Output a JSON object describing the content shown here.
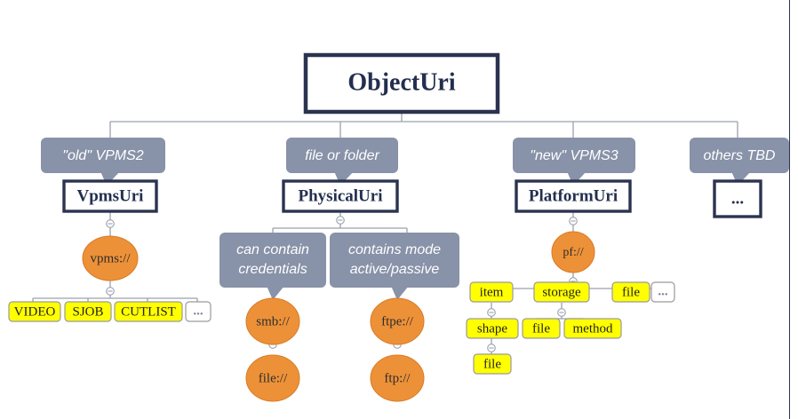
{
  "diagram": {
    "title_node": {
      "label": "ObjectUri"
    },
    "colors": {
      "node_border": "#2b3350",
      "note_fill": "#8892a8",
      "note_text": "#ffffff",
      "circle_fill": "#ed9138",
      "circle_stroke": "#d97b26",
      "leaf_fill": "#ffff00",
      "leaf_stroke": "#9a9a9a",
      "connector": "#9aa0ad",
      "background": "#ffffff"
    },
    "notes": [
      {
        "name": "note-old-vpms2",
        "label": "\"old\" VPMS2",
        "lines": [
          "\"old\" VPMS2"
        ]
      },
      {
        "name": "note-file-or-folder",
        "label": "file or folder",
        "lines": [
          "file or folder"
        ]
      },
      {
        "name": "note-new-vpms3",
        "label": "\"new\" VPMS3",
        "lines": [
          "\"new\" VPMS3"
        ]
      },
      {
        "name": "note-others-tbd",
        "label": "others TBD",
        "lines": [
          "others TBD"
        ]
      },
      {
        "name": "note-can-contain-credentials",
        "label": "can contain credentials",
        "lines": [
          "can contain",
          "credentials"
        ]
      },
      {
        "name": "note-contains-mode",
        "label": "contains mode active/passive",
        "lines": [
          "contains mode",
          "active/passive"
        ]
      }
    ],
    "class_nodes": [
      {
        "name": "node-vpmsuri",
        "label": "VpmsUri"
      },
      {
        "name": "node-physicaluri",
        "label": "PhysicalUri"
      },
      {
        "name": "node-platformuri",
        "label": "PlatformUri"
      },
      {
        "name": "node-others-ellipsis",
        "label": "..."
      }
    ],
    "scheme_circles": [
      {
        "name": "circle-vpms",
        "label": "vpms://"
      },
      {
        "name": "circle-smb",
        "label": "smb://"
      },
      {
        "name": "circle-file-under-smb",
        "label": "file://"
      },
      {
        "name": "circle-ftpe",
        "label": "ftpe://"
      },
      {
        "name": "circle-ftp",
        "label": "ftp://"
      },
      {
        "name": "circle-pf",
        "label": "pf://"
      }
    ],
    "vpms_leaves": [
      {
        "name": "leaf-video",
        "label": "VIDEO"
      },
      {
        "name": "leaf-sjob",
        "label": "SJOB"
      },
      {
        "name": "leaf-cutlist",
        "label": "CUTLIST"
      },
      {
        "name": "leaf-vpms-ellipsis",
        "label": "..."
      }
    ],
    "platform_leaves_row1": [
      {
        "name": "leaf-item",
        "label": "item"
      },
      {
        "name": "leaf-storage",
        "label": "storage"
      },
      {
        "name": "leaf-file-row1",
        "label": "file"
      },
      {
        "name": "leaf-platform-ellipsis",
        "label": "..."
      }
    ],
    "platform_leaves_row2": [
      {
        "name": "leaf-shape",
        "label": "shape"
      },
      {
        "name": "leaf-file-under-storage",
        "label": "file"
      },
      {
        "name": "leaf-method",
        "label": "method"
      }
    ],
    "platform_leaves_row3": [
      {
        "name": "leaf-file-under-shape",
        "label": "file"
      }
    ]
  }
}
